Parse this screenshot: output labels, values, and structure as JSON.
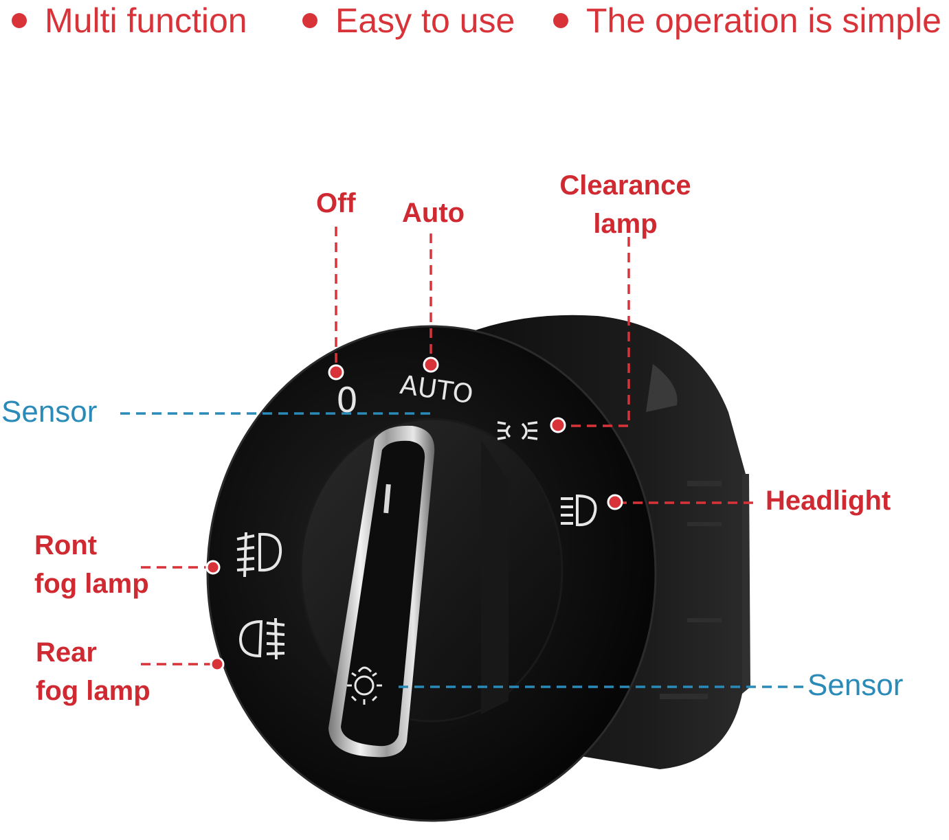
{
  "features": [
    {
      "label": "Multi function"
    },
    {
      "label": "Easy to use"
    },
    {
      "label": "The operation is simple"
    }
  ],
  "colors": {
    "accent_red": "#d9333a",
    "sensor_blue": "#2a8ab8",
    "knob_black": "#111111"
  },
  "switch": {
    "positions": {
      "off_glyph": "0",
      "auto_glyph": "AUTO"
    },
    "icons": [
      "clearance-lamp-icon",
      "headlight-icon",
      "front-fog-lamp-icon",
      "rear-fog-lamp-icon",
      "light-sensor-icon"
    ]
  },
  "callouts": {
    "off": "Off",
    "auto": "Auto",
    "clearance_line1": "Clearance",
    "clearance_line2": "lamp",
    "sensor_top": "Sensor",
    "headlight": "Headlight",
    "front_fog_line1": "Ront",
    "front_fog_line2": "fog lamp",
    "rear_fog_line1": "Rear",
    "rear_fog_line2": "fog lamp",
    "sensor_bottom": "Sensor"
  }
}
